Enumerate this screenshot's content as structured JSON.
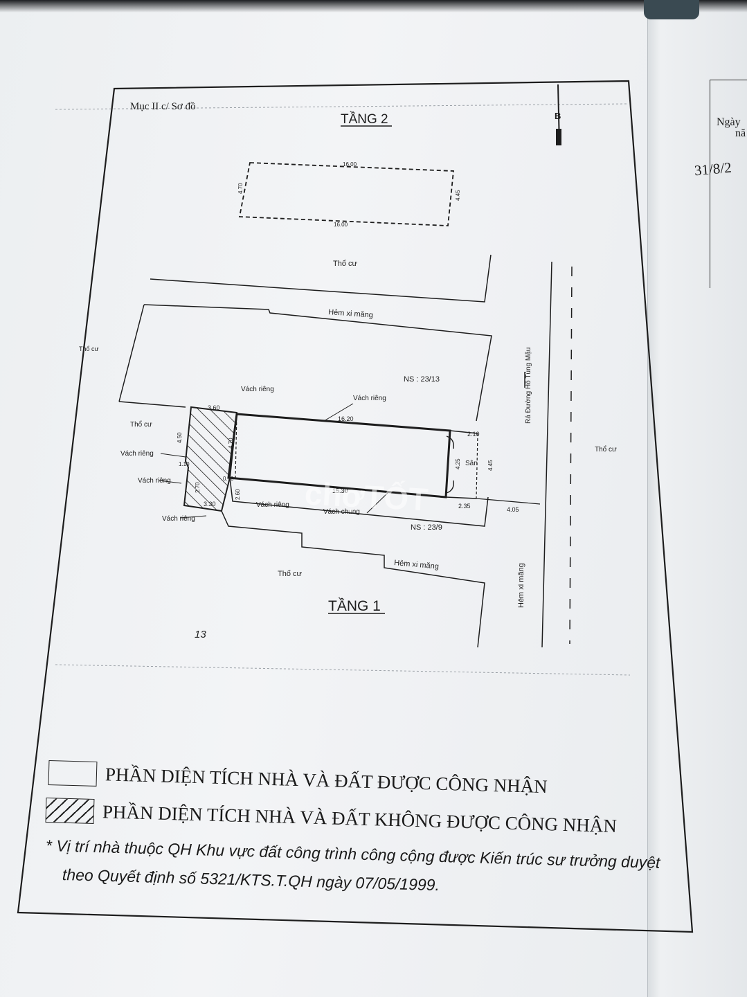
{
  "header": {
    "section_label": "Mục II c/ Sơ đồ",
    "north_label": "B"
  },
  "floor2": {
    "title": "TẦNG 2",
    "dims": {
      "top": "16.00",
      "bottom": "16.00",
      "left": "4.70",
      "right": "4.45"
    }
  },
  "floor1": {
    "title": "TẦNG 1",
    "labels": {
      "tho_cu_top": "Thổ cư",
      "tho_cu_left": "Thổ cư",
      "tho_cu_left2": "Thổ cư",
      "tho_cu_right": "Thổ cư",
      "tho_cu_bottom": "Thổ cư",
      "hem_top": "Hẻm xi măng",
      "hem_bottom": "Hẻm xi măng",
      "hem_right": "Hẻm xi măng",
      "road": "Rá Đường Hồ Tùng Mậu",
      "ns_top": "NS : 23/13",
      "ns_bottom": "NS : 23/9",
      "san": "Sân",
      "vach_rieng_1": "Vách riêng",
      "vach_rieng_2": "Vách riêng",
      "vach_rieng_3": "Vách riêng",
      "vach_rieng_4": "Vách riêng",
      "vach_rieng_5": "Vách riêng",
      "vach_rieng_6": "Vách riêng",
      "vach_chung": "Vách chung"
    },
    "dims": {
      "d360": "3.60",
      "d1620": "16.20",
      "d210": "2.10",
      "d450": "4.50",
      "d470": "4.70",
      "d110": "1.10",
      "d070": "0.70",
      "d270": "2.70",
      "d260": "2.60",
      "d330": "3.30",
      "d1530": "15.30",
      "d235": "2.35",
      "d425": "4.25",
      "d445": "4.45",
      "d405": "4.05"
    },
    "handwritten": "13"
  },
  "legend": {
    "recognized": "PHẦN DIỆN TÍCH NHÀ VÀ ĐẤT ĐƯỢC CÔNG NHẬN",
    "not_recognized": "PHẦN DIỆN TÍCH NHÀ VÀ ĐẤT KHÔNG ĐƯỢC CÔNG NHẬN"
  },
  "note": {
    "line1": "*  Vị trí nhà thuộc QH Khu vực đất công trình công cộng  được Kiến trúc sư trưởng duyệt",
    "line2": "theo Quyết định số 5321/KTS.T.QH ngày 07/05/1999."
  },
  "next_page": {
    "header1": "Ngày",
    "header2": "nă",
    "date": "31/8/2"
  },
  "watermark": "chợTỐT"
}
